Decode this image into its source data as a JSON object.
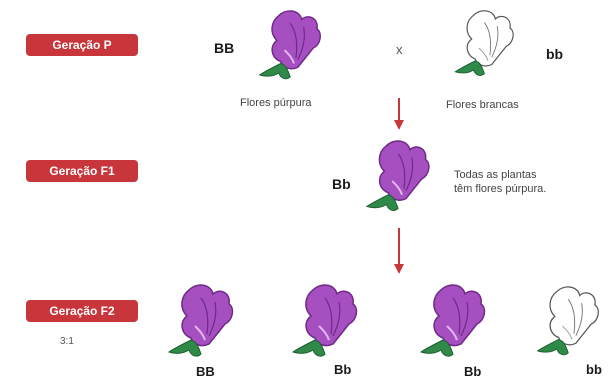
{
  "generations": {
    "p": {
      "label": "Geração P"
    },
    "f1": {
      "label": "Geração F1"
    },
    "f2": {
      "label": "Geração F2",
      "ratio": "3:1"
    }
  },
  "parents": {
    "purple": {
      "genotype": "BB",
      "caption": "Flores púrpura"
    },
    "cross_symbol": "x",
    "white": {
      "genotype": "bb",
      "caption": "Flores brancas"
    }
  },
  "f1": {
    "genotype": "Bb",
    "caption_line1": "Todas as plantas",
    "caption_line2": "têm flores púrpura."
  },
  "f2": {
    "offspring": [
      {
        "genotype": "BB",
        "color": "purple"
      },
      {
        "genotype": "Bb",
        "color": "purple"
      },
      {
        "genotype": "Bb",
        "color": "purple"
      },
      {
        "genotype": "bb",
        "color": "white"
      }
    ]
  },
  "colors": {
    "label_bg": "#c8353b",
    "purple_petal": "#a64fc1",
    "purple_dark": "#6d2a86",
    "leaf": "#2f8a4a",
    "arrow": "#c8353b"
  }
}
